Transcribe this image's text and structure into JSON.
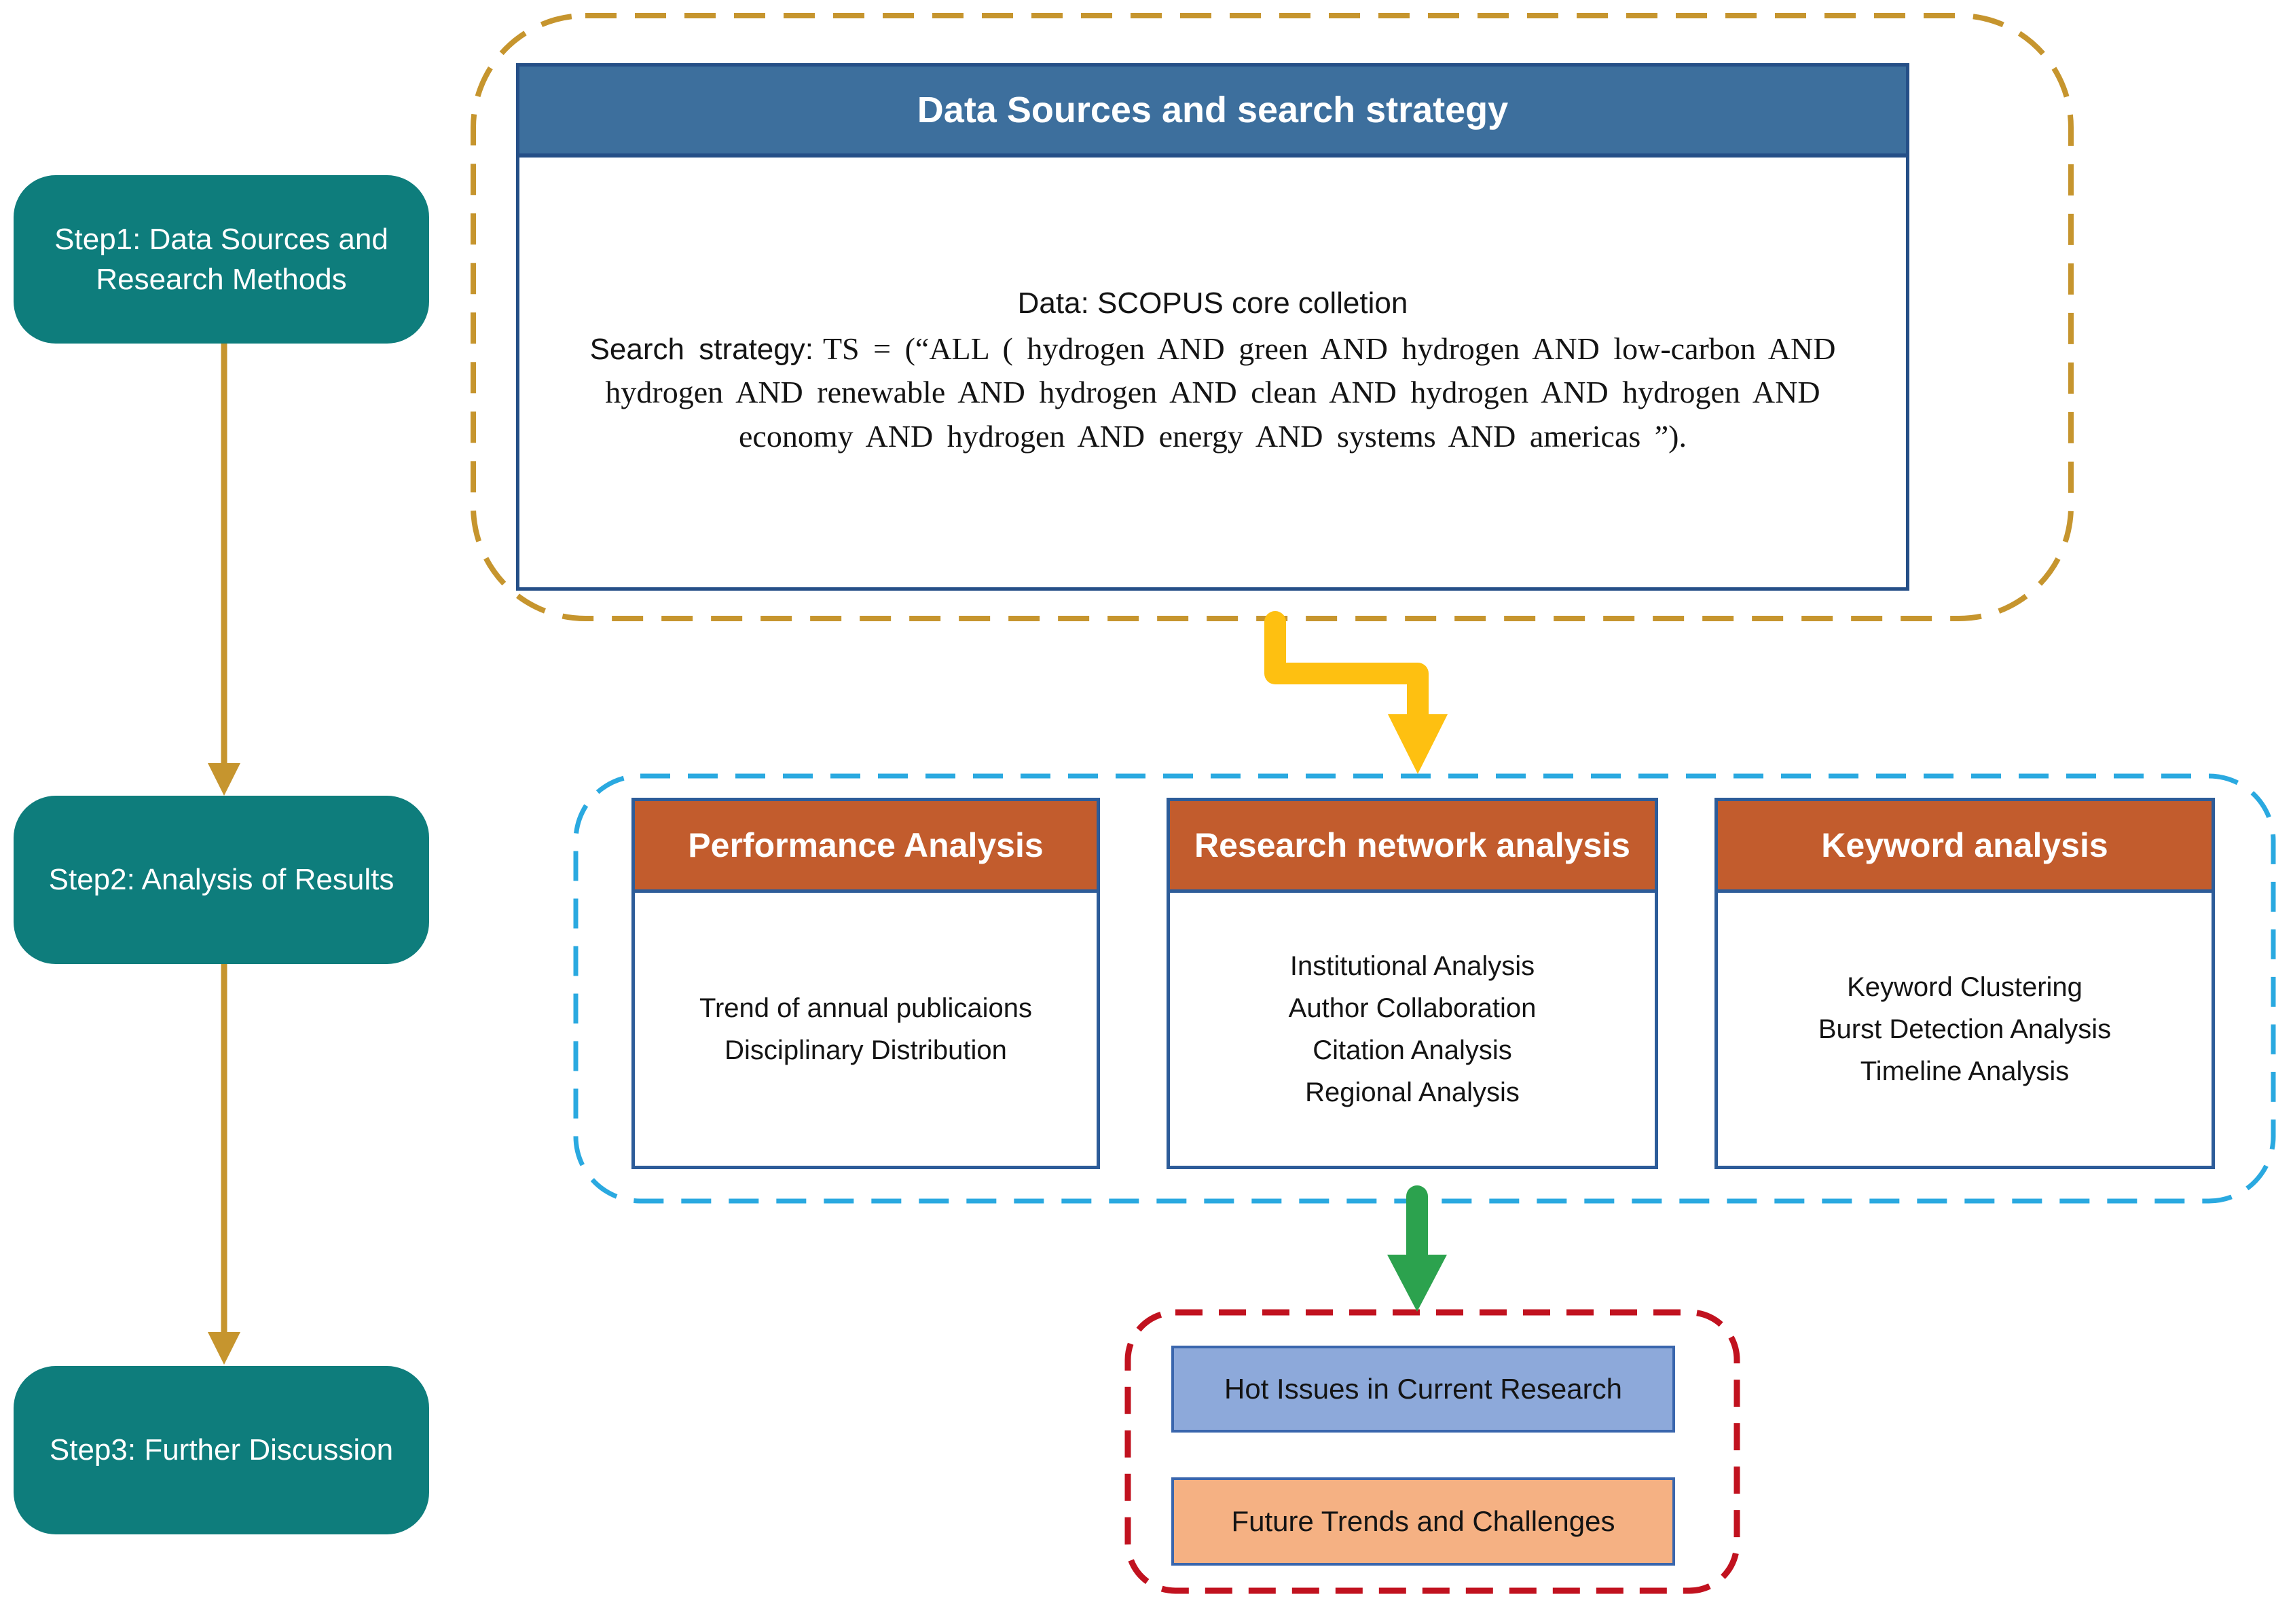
{
  "steps": [
    {
      "label": "Step1: Data Sources and Research Methods"
    },
    {
      "label": "Step2: Analysis of Results"
    },
    {
      "label": "Step3: Further Discussion"
    }
  ],
  "search_box": {
    "title": "Data Sources and search strategy",
    "data_line": "Data: SCOPUS core colletion",
    "strategy_label": "Search strategy:",
    "strategy_query": "TS = (“ALL ( hydrogen AND green AND hydrogen AND low-carbon AND hydrogen AND renewable AND hydrogen AND clean AND hydrogen AND hydrogen AND economy AND hydrogen AND energy AND systems AND americas ”)."
  },
  "analysis_boxes": [
    {
      "title": "Performance Analysis",
      "items": [
        "Trend of annual publicaions",
        "Disciplinary Distribution"
      ]
    },
    {
      "title": "Research network analysis",
      "items": [
        "Institutional Analysis",
        "Author Collaboration",
        "Citation Analysis",
        "Regional Analysis"
      ]
    },
    {
      "title": "Keyword analysis",
      "items": [
        "Keyword Clustering",
        "Burst Detection Analysis",
        "Timeline Analysis"
      ]
    }
  ],
  "discussion": {
    "hot": "Hot Issues in Current Research",
    "future": "Future Trends and Challenges"
  },
  "colors": {
    "step_teal": "#0e7d7c",
    "gold_dash": "#c6952e",
    "gold_connector": "#c6952e",
    "header_blue_fill": "#3d6f9d",
    "navy_border": "#254f87",
    "card_border_blue": "#2d5c99",
    "orange_header": "#c25c2d",
    "blue_dash": "#2aa9e0",
    "yellow_arrow": "#fec011",
    "green_arrow": "#2ca24e",
    "red_dash": "#c1121f",
    "hot_fill": "#8da9da",
    "future_fill": "#f5b183"
  }
}
